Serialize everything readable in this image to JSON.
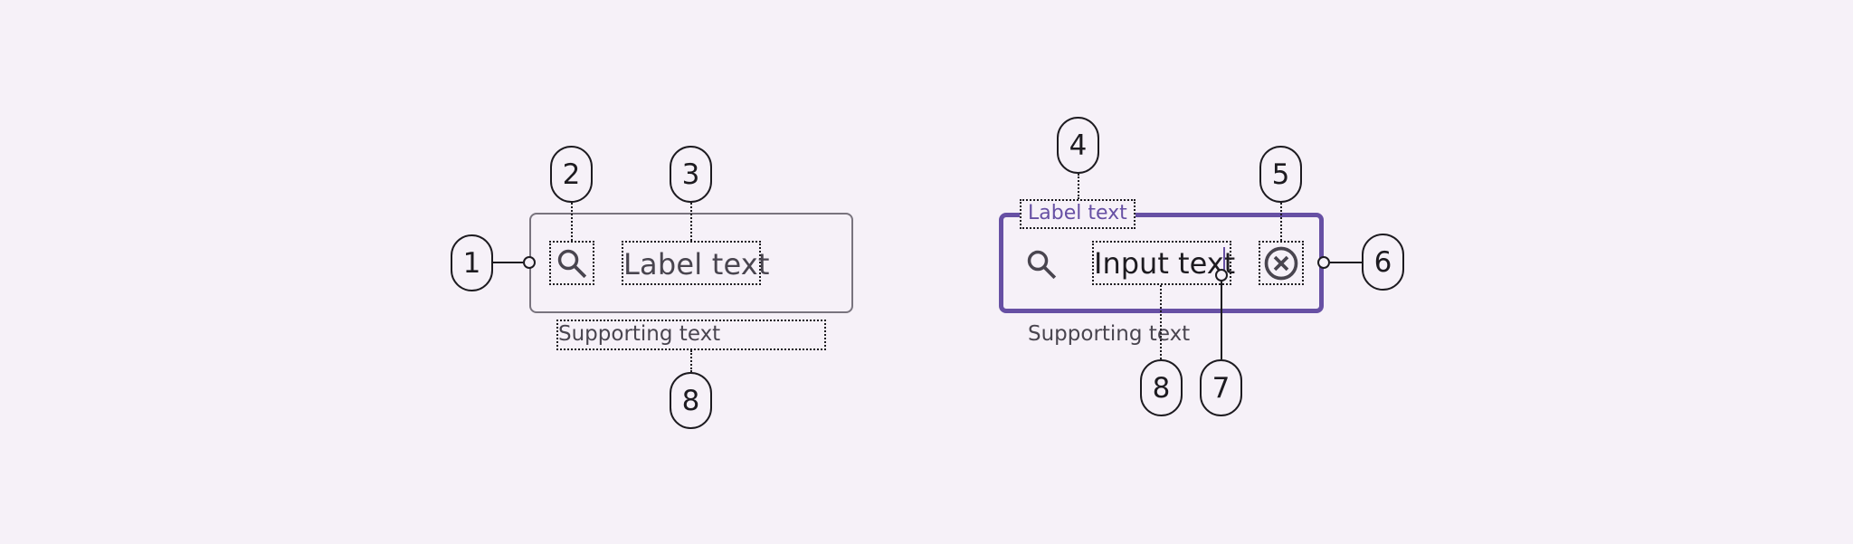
{
  "colors": {
    "background": "#F6F1F8",
    "outline": "#79747E",
    "primary": "#6750A4",
    "on_surface": "#1D1B20",
    "on_surface_variant": "#49454F"
  },
  "left_field": {
    "state": "enabled",
    "leading_icon": "search-icon",
    "label": "Label text",
    "supporting_text": "Supporting text"
  },
  "right_field": {
    "state": "focused",
    "leading_icon": "search-icon",
    "label": "Label text",
    "input_text": "Input text",
    "trailing_icon": "clear-circle-icon",
    "supporting_text": "Supporting text"
  },
  "callouts": {
    "c1": "1",
    "c2": "2",
    "c3": "3",
    "c4": "4",
    "c5": "5",
    "c6": "6",
    "c7": "7",
    "c8_left": "8",
    "c8_right": "8"
  }
}
